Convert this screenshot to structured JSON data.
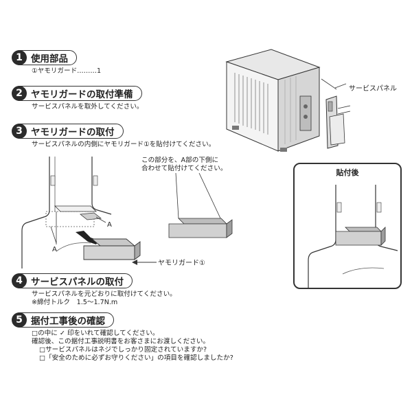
{
  "steps": [
    {
      "number": "1",
      "title": "使用部品",
      "lines": [
        "①ヤモリガード………1"
      ]
    },
    {
      "number": "2",
      "title": "ヤモリガードの取付準備",
      "lines": [
        "サービスパネルを取外してください。"
      ]
    },
    {
      "number": "3",
      "title": "ヤモリガードの取付",
      "lines": [
        "サービスパネルの内側にヤモリガード①を貼付けてください。"
      ]
    },
    {
      "number": "4",
      "title": "サービスパネルの取付",
      "lines": [
        "サービスパネルを元どおりに取付けてください。",
        "※締付トルク　1.5～1.7N.m"
      ]
    },
    {
      "number": "5",
      "title": "据付工事後の確認",
      "lines": [
        "□の中に ✓ 印をいれて確認してください。",
        "確認後、この据付工事説明書をお客さまにお渡しください。",
        "□サービスパネルはネジでしっかり固定されていますか?",
        "□「安全のために必ずお守りください」の項目を確認しましたか?"
      ]
    }
  ],
  "diagram": {
    "service_panel_label": "サービスパネル",
    "callout_line1": "この部分を、A部の下側に",
    "callout_line2": "合わせて貼付けてください。",
    "point_a_label": "A",
    "point_a_label_2": "A",
    "gecko_guard_label": "ヤモリガード①",
    "after_title": "貼付後"
  }
}
